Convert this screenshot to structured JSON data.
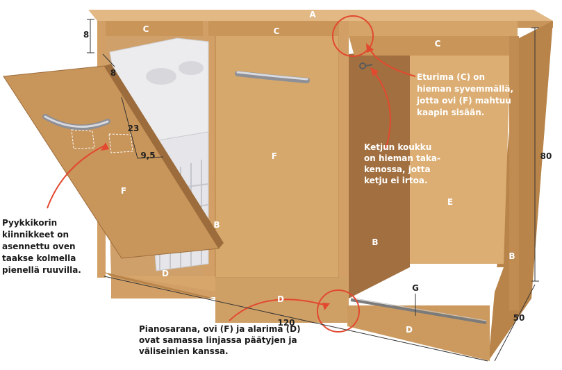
{
  "part_labels": {
    "top": "A",
    "rail_left": "C",
    "rail_mid": "C",
    "rail_right": "C",
    "door_left": "F",
    "door_mid": "F",
    "side_inner": "B",
    "side_right": "B",
    "divider": "B",
    "back": "E",
    "plinth_left": "D",
    "plinth_mid": "D",
    "plinth_right": "D",
    "rail_bottom": "G"
  },
  "dimensions": {
    "top_offset": "8",
    "bracket_offset": "8",
    "bracket_height": "23",
    "bracket_width": "9,5",
    "width": "120",
    "height": "80",
    "depth": "50"
  },
  "annotations": {
    "front_rail": [
      "Eturima (C) on",
      "hieman syvemmällä,",
      "jotta ovi (F) mahtuu",
      "kaapin sisään."
    ],
    "chain_hook": [
      "Ketjun koukku",
      "on hieman taka-",
      "kenossa, jotta",
      "ketju ei irtoa."
    ],
    "basket_brackets": [
      "Pyykkikorin",
      "kiinnikkeet on",
      "asennettu oven",
      "taakse kolmella",
      "pienellä ruuvilla."
    ],
    "piano_hinge": [
      "Pianosarana, ovi (F) ja alarima (D)",
      "ovat samassa linjassa päätyjen ja",
      "väliseinien kanssa."
    ]
  },
  "colors": {
    "wood_light": "#d8ad74",
    "wood_mid": "#c8955a",
    "wood_dark": "#9c6c3c",
    "highlight_circle": "#e2492f",
    "basket": "#eeeef0"
  }
}
